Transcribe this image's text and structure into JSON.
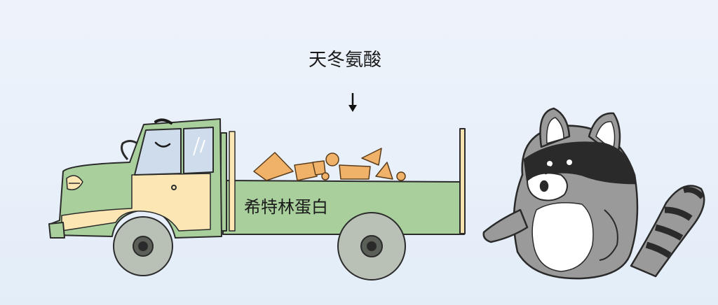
{
  "labels": {
    "top": "天冬氨酸",
    "truck": "希特林蛋白"
  },
  "colors": {
    "background": "#e8f0fa",
    "truck_green": "#a8cf9c",
    "truck_cream": "#fbe6b4",
    "window_blue": "#cfdcec",
    "cargo_orange": "#f0b168",
    "wheel_gray": "#b9c0b6",
    "raccoon_gray": "#9a9a9a",
    "raccoon_dark": "#2a2a2a"
  },
  "icons": {
    "arrow": "down-arrow-icon",
    "mascot": "raccoon-mascot"
  }
}
